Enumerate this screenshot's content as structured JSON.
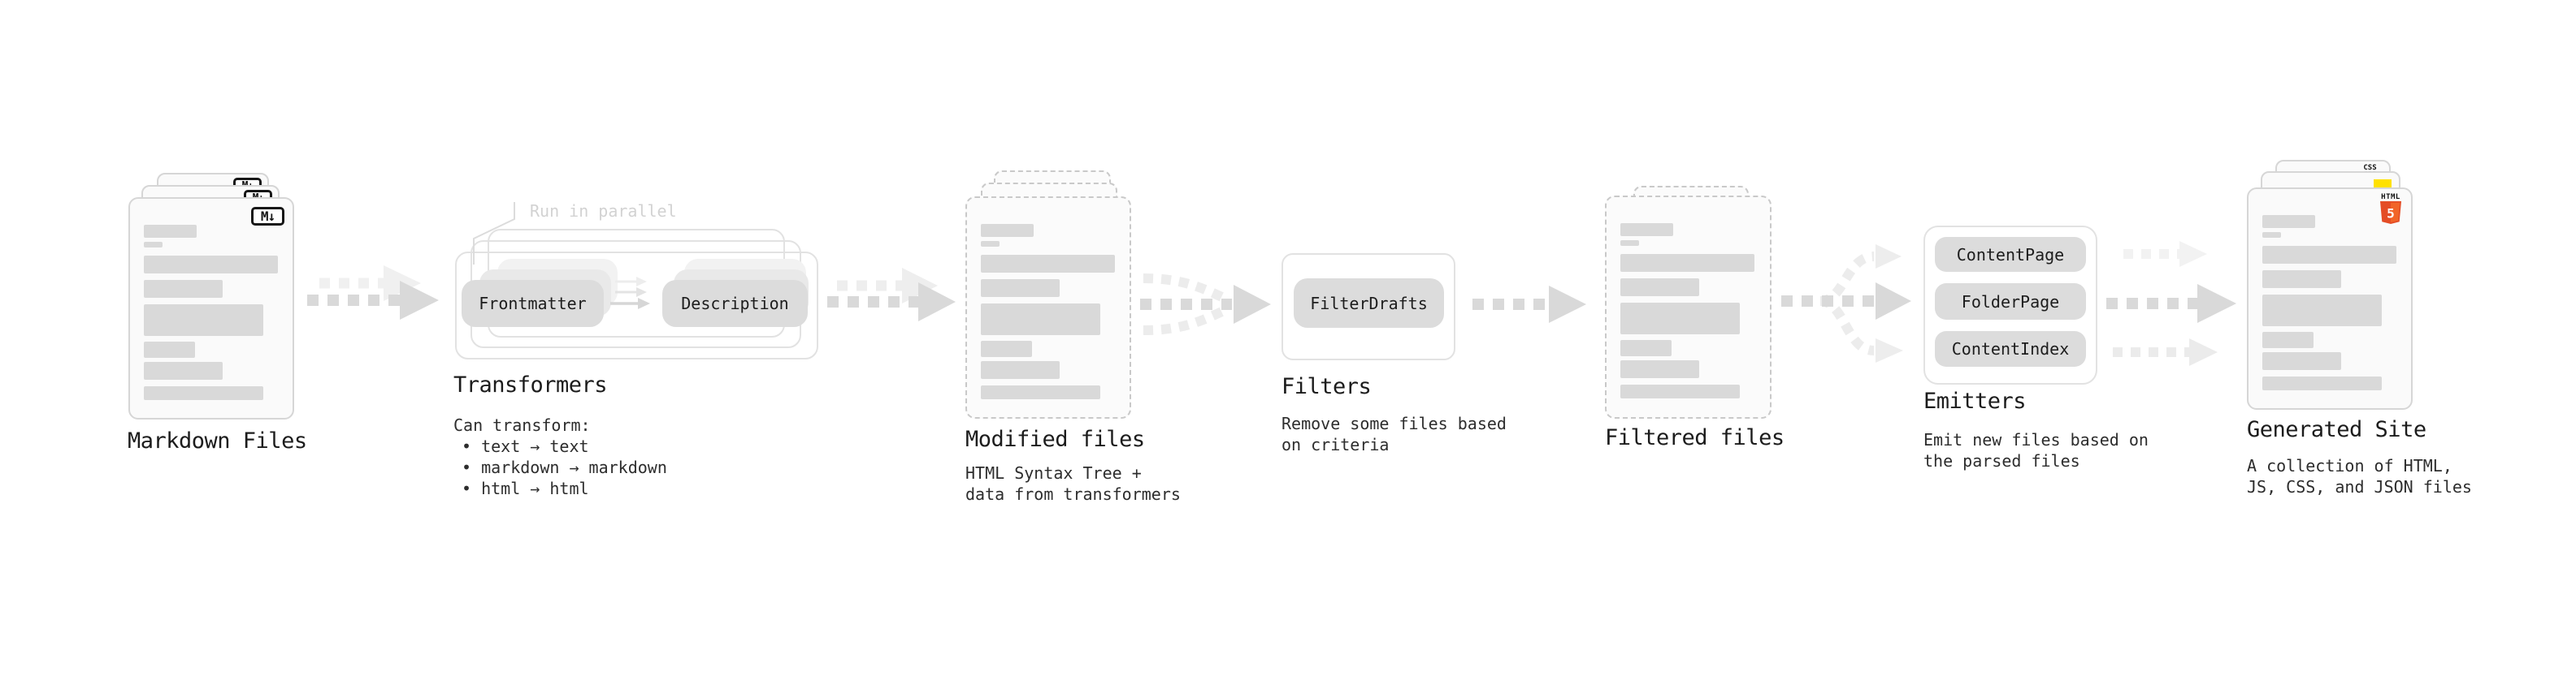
{
  "colors": {
    "page-bg": "#ffffff",
    "card-bg": "#fafafa",
    "card-border": "#d6d6d6",
    "dashed-border": "#c9c9c9",
    "bar-gray": "#d9d9d9",
    "pill-bg": "#dcdcdc",
    "pill-ghost1": "#e9e9e9",
    "pill-ghost2": "#f2f2f2",
    "outline-box": "#e2e2e2",
    "arrow-dark": "#d9d9d9",
    "arrow-light": "#efefef",
    "heading-text": "#1c1c1c",
    "body-text-color": "#2d2d2d",
    "note-text": "#d2d2d2",
    "html5-orange": "#e44d26",
    "html5-orange-light": "#f16529",
    "js-yellow": "#ffe100",
    "css-blue": "#2b62f5"
  },
  "markdown_files": {
    "label": "Markdown Files",
    "icon_text": "M↓"
  },
  "transformers": {
    "label": "Transformers",
    "note": "Run in parallel",
    "pill_left": "Frontmatter",
    "pill_right": "Description",
    "desc": [
      "Can transform:",
      "• text → text",
      "• markdown → markdown",
      "• html → html"
    ]
  },
  "modified_files": {
    "label": "Modified files",
    "desc": [
      "HTML Syntax Tree +",
      "data from transformers"
    ]
  },
  "filters": {
    "label": "Filters",
    "pill": "FilterDrafts",
    "desc": [
      "Remove some files based",
      "on criteria"
    ]
  },
  "filtered_files": {
    "label": "Filtered files"
  },
  "emitters": {
    "label": "Emitters",
    "pills": [
      "ContentPage",
      "FolderPage",
      "ContentIndex"
    ],
    "desc": [
      "Emit new files based on",
      "the parsed files"
    ]
  },
  "generated_site": {
    "label": "Generated Site",
    "desc": [
      "A collection of HTML,",
      "JS, CSS, and JSON files"
    ],
    "css_badge": "CSS",
    "html_badge_word": "HTML",
    "html_badge_number": "5"
  }
}
